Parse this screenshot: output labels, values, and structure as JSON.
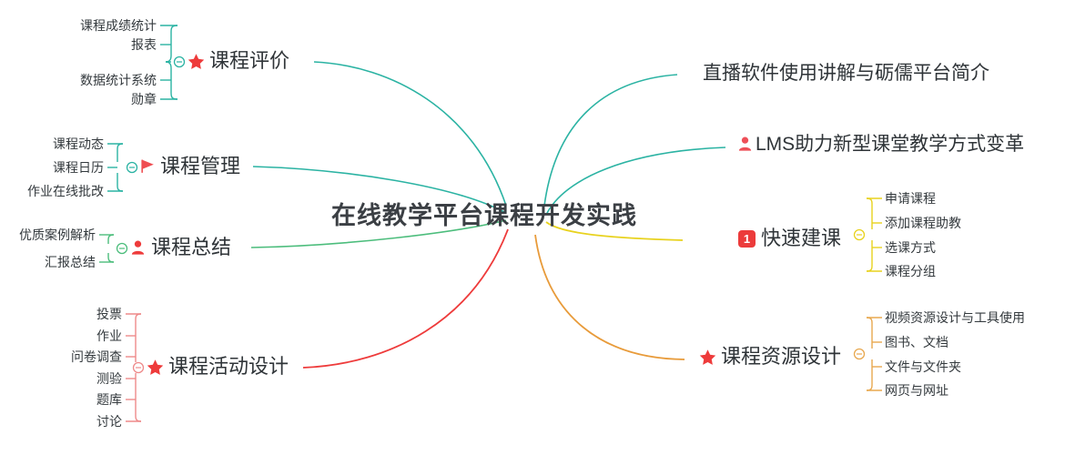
{
  "title": "在线教学平台课程开发实践",
  "colors": {
    "root_text": "#3b3f44",
    "teal": "#2bb3a3",
    "green": "#4cbd7c",
    "red": "#ee3b3b",
    "yellow": "#e8d21e",
    "orange": "#e89b3a",
    "leaf_text": "#33393d",
    "branch_text": "#2f3438",
    "badge_bg": "#ec3b3b"
  },
  "branches": {
    "left": [
      {
        "id": "course-evaluation",
        "label": "课程评价",
        "icon": "star-icon",
        "icon_color": "#ee3b3b",
        "edge_color": "#2bb3a3",
        "bracket_color": "#2bb3a3",
        "children": [
          "课程成绩统计",
          "报表",
          "数据统计系统",
          "勋章"
        ]
      },
      {
        "id": "course-management",
        "label": "课程管理",
        "icon": "flag-icon",
        "icon_color": "#ef4d52",
        "edge_color": "#2bb3a3",
        "bracket_color": "#2bb3a3",
        "children": [
          "课程动态",
          "课程日历",
          "作业在线批改"
        ]
      },
      {
        "id": "course-summary",
        "label": "课程总结",
        "icon": "person-icon",
        "icon_color": "#ee3b3b",
        "edge_color": "#4cbd7c",
        "bracket_color": "#4cbd7c",
        "children": [
          "优质案例解析",
          "汇报总结"
        ]
      },
      {
        "id": "course-activity-design",
        "label": "课程活动设计",
        "icon": "star-icon",
        "icon_color": "#ee3b3b",
        "edge_color": "#ee3b3b",
        "bracket_color": "#ee8a8a",
        "children": [
          "投票",
          "作业",
          "问卷调查",
          "测验",
          "题库",
          "讨论"
        ]
      }
    ],
    "right": [
      {
        "id": "live-software-intro",
        "label": "直播软件使用讲解与砺儒平台简介",
        "icon": null,
        "icon_color": null,
        "edge_color": "#2bb3a3",
        "bracket_color": null,
        "children": []
      },
      {
        "id": "lms-reform",
        "label": "LMS助力新型课堂教学方式变革",
        "icon": "person-icon",
        "icon_color": "#ee4f58",
        "edge_color": "#2bb3a3",
        "bracket_color": null,
        "children": []
      },
      {
        "id": "quick-course-build",
        "label": "快速建课",
        "icon": "number-badge-icon",
        "icon_badge_text": "1",
        "icon_color": "#ec3b3b",
        "edge_color": "#e8d21e",
        "bracket_color": "#e8d21e",
        "children": [
          "申请课程",
          "添加课程助教",
          "选课方式",
          "课程分组"
        ]
      },
      {
        "id": "course-resource-design",
        "label": "课程资源设计",
        "icon": "star-icon",
        "icon_color": "#ee3b3b",
        "edge_color": "#e89b3a",
        "bracket_color": "#e8a84f",
        "children": [
          "视频资源设计与工具使用",
          "图书、文档",
          "文件与文件夹",
          "网页与网址"
        ]
      }
    ]
  }
}
